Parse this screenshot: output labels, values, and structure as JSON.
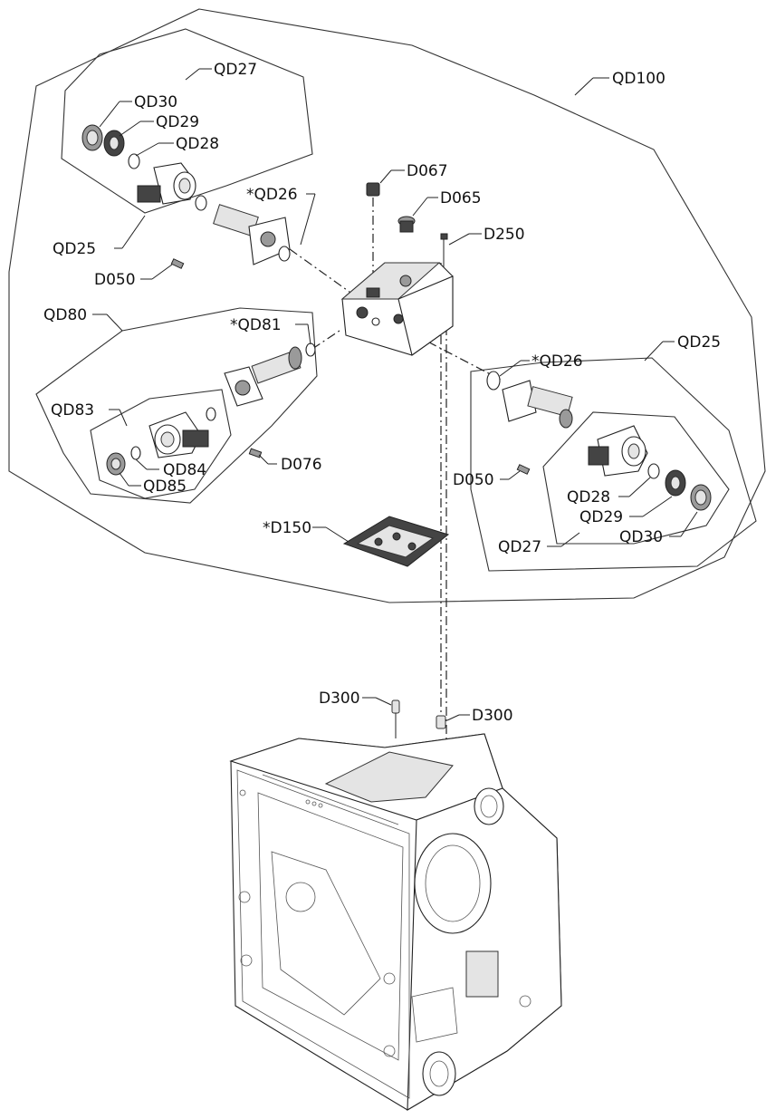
{
  "labels": {
    "qd100": "QD100",
    "qd27_top": "QD27",
    "qd30_top": "QD30",
    "qd29_top": "QD29",
    "qd28_top": "QD28",
    "qd26_top": "*QD26",
    "qd25_left": "QD25",
    "d050_top": "D050",
    "d067": "D067",
    "d065": "D065",
    "d250": "D250",
    "qd80": "QD80",
    "qd81": "*QD81",
    "qd83": "QD83",
    "qd84": "QD84",
    "qd85": "QD85",
    "d076": "D076",
    "qd25_right": "QD25",
    "qd26_right": "*QD26",
    "d050_right": "D050",
    "qd28_right": "QD28",
    "qd29_right": "QD29",
    "qd30_right": "QD30",
    "qd27_right": "QD27",
    "d150": "*D150",
    "d300_left": "D300",
    "d300_right": "D300"
  }
}
